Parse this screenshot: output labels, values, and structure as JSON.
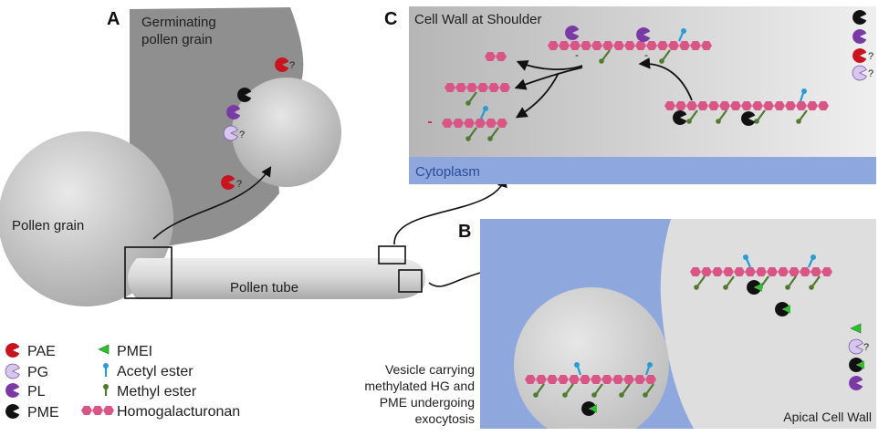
{
  "panels": {
    "a": {
      "letter": "A",
      "germinating_line1": "Germinating",
      "germinating_line2": "pollen grain",
      "pollen_grain": "Pollen grain",
      "pollen_tube": "Pollen tube"
    },
    "b": {
      "letter": "B",
      "vesicle_line1": "Vesicle carrying",
      "vesicle_line2": "methylated HG and",
      "vesicle_line3": "PME undergoing",
      "vesicle_line4": "exocytosis",
      "apical_wall": "Apical Cell Wall"
    },
    "c": {
      "letter": "C",
      "title": "Cell Wall at Shoulder",
      "cytoplasm": "Cytoplasm",
      "charge_minus": "-"
    }
  },
  "question_mark": "?",
  "legend": {
    "pae": "PAE",
    "pg": "PG",
    "pl": "PL",
    "pme": "PME",
    "pmei": "PMEI",
    "acetyl": "Acetyl ester",
    "methyl": "Methyl ester",
    "hg": "Homogalacturonan"
  },
  "colors": {
    "pae": "#c8141e",
    "pg": "#d7c6ee",
    "pl": "#7a3aa6",
    "pme": "#111111",
    "pmei": "#2fbf2f",
    "acetyl": "#2a9bd6",
    "methyl": "#4f7a2f",
    "hg": "#d95585",
    "cytoplasm": "#8ea8de"
  }
}
